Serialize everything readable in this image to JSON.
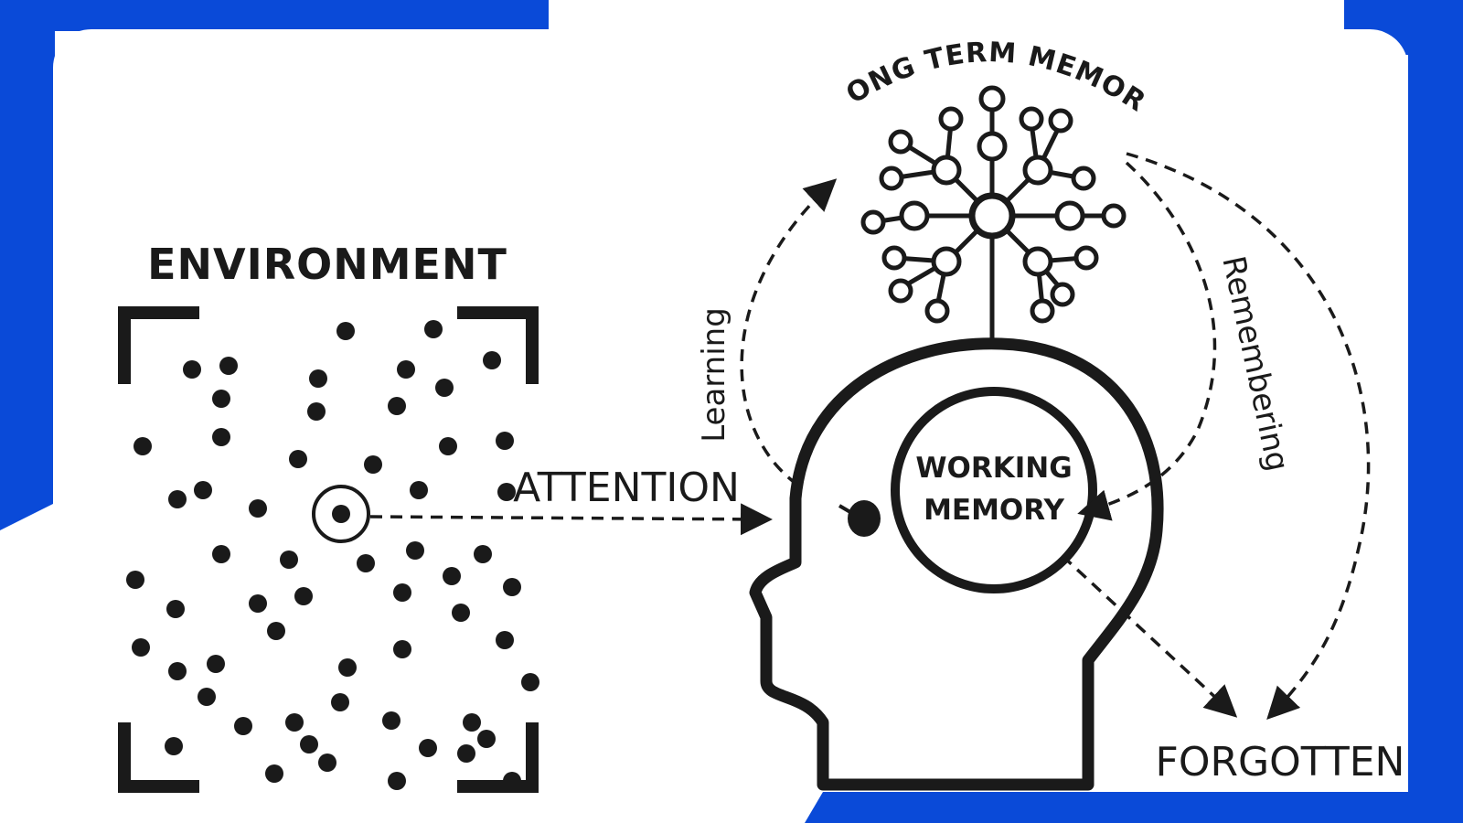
{
  "diagram": {
    "environment_label": "ENVIRONMENT",
    "attention_label": "ATTENTION",
    "long_term_memory_label": "LONG TERM MEMORY",
    "working_memory_line1": "WORKING",
    "working_memory_line2": "MEMORY",
    "learning_label": "Learning",
    "remembering_label": "Remembering",
    "forgotten_label": "FORGOTTEN"
  },
  "colors": {
    "frame_blue": "#0a4ad8",
    "card_white": "#ffffff",
    "ink": "#1a1a1a"
  },
  "icons": [
    "environment-frame",
    "focus-target-icon",
    "head-silhouette-icon",
    "neural-tree-icon",
    "eye-icon"
  ]
}
